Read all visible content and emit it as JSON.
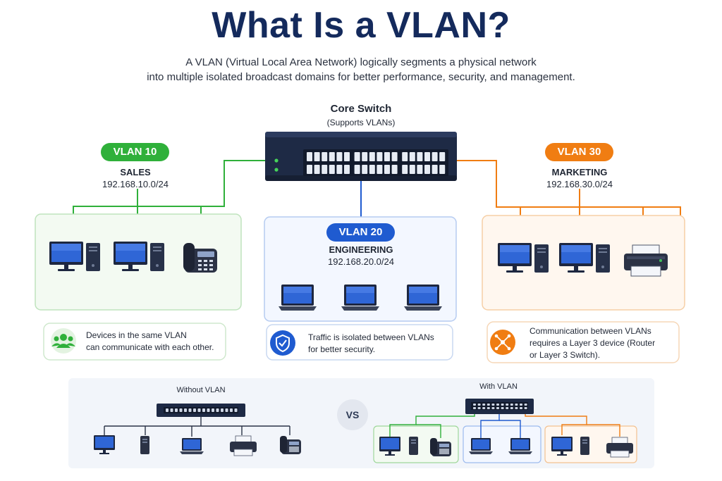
{
  "title": "What Is a VLAN?",
  "subtitle_line1": "A VLAN (Virtual Local Area Network) logically segments a physical network",
  "subtitle_line2": "into multiple isolated broadcast domains for better performance, security, and management.",
  "core_switch": {
    "name": "Core Switch",
    "sub": "(Supports VLANs)"
  },
  "colors": {
    "vlan10": "#2fb03a",
    "vlan20": "#1f5bd0",
    "vlan30": "#f07d12",
    "title": "#142a5c"
  },
  "vlans": [
    {
      "id": "VLAN 10",
      "name": "SALES",
      "subnet": "192.168.10.0/24",
      "devices": [
        "desktop-icon",
        "desktop-icon",
        "ip-phone-icon"
      ]
    },
    {
      "id": "VLAN 20",
      "name": "ENGINEERING",
      "subnet": "192.168.20.0/24",
      "devices": [
        "laptop-icon",
        "laptop-icon",
        "laptop-icon"
      ]
    },
    {
      "id": "VLAN 30",
      "name": "MARKETING",
      "subnet": "192.168.30.0/24",
      "devices": [
        "desktop-icon",
        "desktop-icon",
        "printer-icon"
      ]
    }
  ],
  "notes": [
    {
      "icon": "users-icon",
      "line1": "Devices in the same VLAN",
      "line2": "can communicate with each other."
    },
    {
      "icon": "shield-icon",
      "line1": "Traffic is isolated between VLANs",
      "line2": "for better security."
    },
    {
      "icon": "router-network-icon",
      "line1": "Communication between VLANs",
      "line2": "requires a Layer 3 device (Router",
      "line3": "or Layer 3 Switch)."
    }
  ],
  "comparison": {
    "without_label": "Without VLAN",
    "with_label": "With VLAN",
    "vs": "VS"
  }
}
